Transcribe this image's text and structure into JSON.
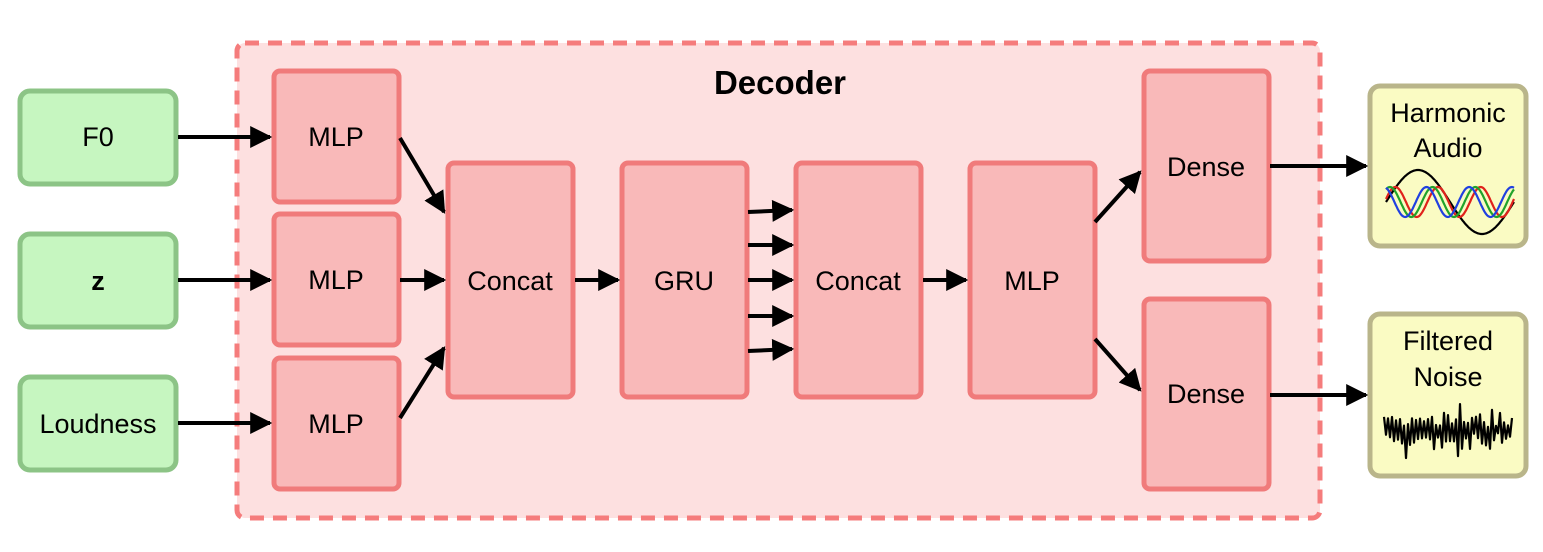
{
  "decoder": {
    "title": "Decoder"
  },
  "inputs": {
    "f0": "F0",
    "z": "z",
    "loudness": "Loudness"
  },
  "mlp_labels": {
    "mlp_f0": "MLP",
    "mlp_z": "MLP",
    "mlp_loudness": "MLP",
    "mlp_out": "MLP"
  },
  "concat_labels": {
    "concat_1": "Concat",
    "concat_2": "Concat"
  },
  "gru": {
    "label": "GRU"
  },
  "dense_labels": {
    "dense_harmonic": "Dense",
    "dense_noise": "Dense"
  },
  "outputs": {
    "harmonic": {
      "line1": "Harmonic",
      "line2": "Audio"
    },
    "noise": {
      "line1": "Filtered",
      "line2": "Noise"
    }
  },
  "colors": {
    "input_fill": "#c6f6c0",
    "input_stroke": "#8cc486",
    "block_fill": "#f9b9b9",
    "block_stroke": "#f07b7b",
    "decoder_fill": "#fde0e0",
    "decoder_stroke": "#f57c7c",
    "output_fill": "#fafbc3",
    "output_stroke": "#b9b58a",
    "wave_black": "#000000",
    "wave_red": "#e0221b",
    "wave_green": "#21a32b",
    "wave_blue": "#2040e0"
  }
}
